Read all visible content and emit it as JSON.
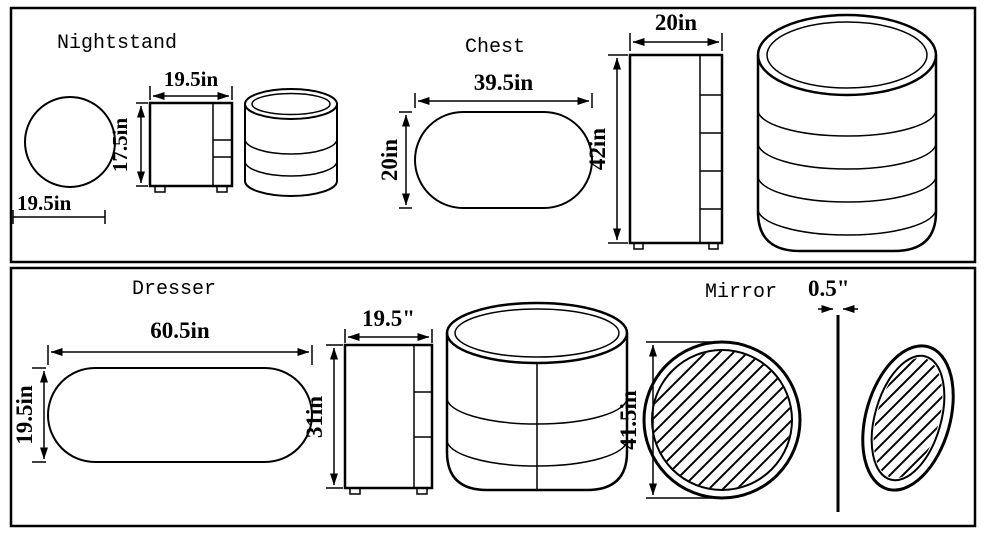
{
  "nightstand": {
    "label": "Nightstand",
    "top_diameter": "19.5in",
    "front_width": "19.5in",
    "front_height": "17.5in"
  },
  "chest": {
    "label": "Chest",
    "top_width": "39.5in",
    "top_depth": "20in",
    "front_width": "20in",
    "front_height": "42in"
  },
  "dresser": {
    "label": "Dresser",
    "top_width": "60.5in",
    "top_depth": "19.5in",
    "front_width": "19.5\"",
    "front_height": "31in"
  },
  "mirror": {
    "label": "Mirror",
    "diameter": "41.5in",
    "thickness": "0.5\""
  },
  "colors": {
    "line": "#000000",
    "background": "#ffffff"
  }
}
